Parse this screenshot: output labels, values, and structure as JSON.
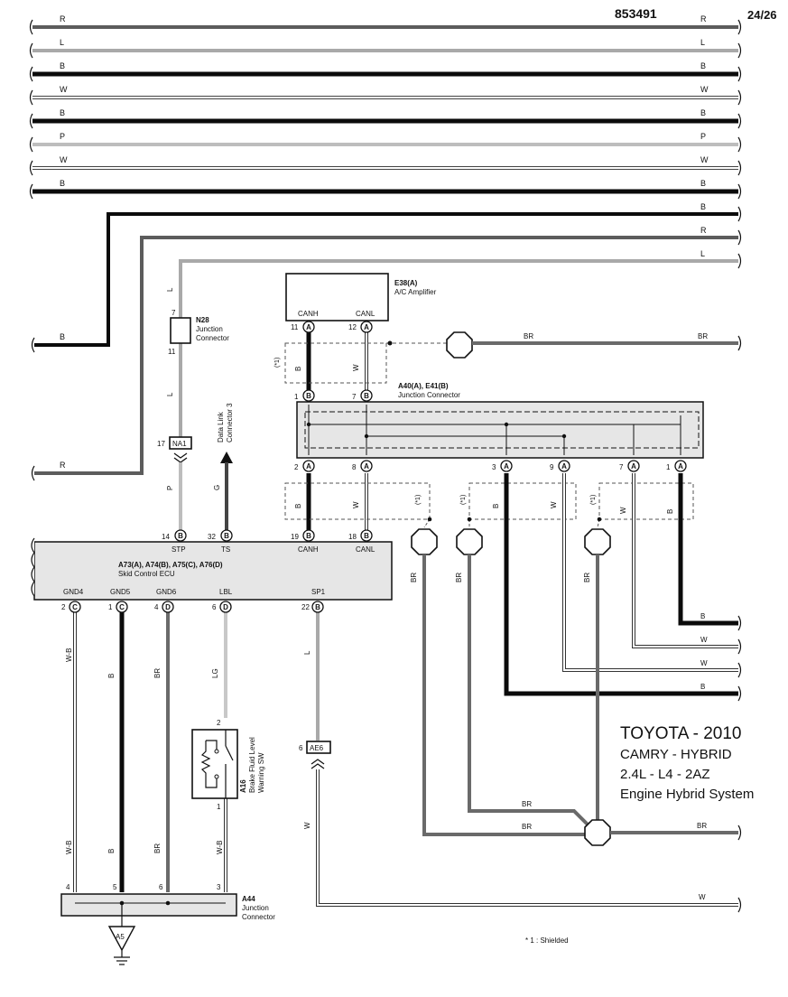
{
  "header": {
    "doc_number": "853491",
    "page": "24/26"
  },
  "wire_colors": {
    "R": "#5c5c5c",
    "L": "#a9a9a9",
    "B": "#0b0b0b",
    "W": "#ffffff",
    "P": "#bdbdbd",
    "BR": "#6a6a6a",
    "G": "#444444",
    "LG": "#c8c8c8",
    "WB": "#ffffff"
  },
  "bus_lines": [
    {
      "label": "R"
    },
    {
      "label": "L"
    },
    {
      "label": "B"
    },
    {
      "label": "W"
    },
    {
      "label": "B"
    },
    {
      "label": "P"
    },
    {
      "label": "W"
    },
    {
      "label": "B"
    }
  ],
  "feed_lines": [
    {
      "label": "B"
    },
    {
      "label": "R"
    },
    {
      "label": "L"
    }
  ],
  "left_labels": {
    "b": "B",
    "r": "R"
  },
  "components": {
    "e38": {
      "name": "E38(A)",
      "desc": "A/C Amplifier",
      "pin_canh": "CANH",
      "pin_canl": "CANL"
    },
    "n28": {
      "name": "N28",
      "desc1": "Junction",
      "desc2": "Connector"
    },
    "a40": {
      "name": "A40(A), E41(B)",
      "desc": "Junction Connector"
    },
    "ecu": {
      "name": "A73(A), A74(B), A75(C), A76(D)",
      "desc": "Skid Control ECU",
      "p_stp": "STP",
      "p_ts": "TS",
      "p_canh": "CANH",
      "p_canl": "CANL",
      "p_gnd4": "GND4",
      "p_gnd5": "GND5",
      "p_gnd6": "GND6",
      "p_lbl": "LBL",
      "p_sp1": "SP1"
    },
    "na1": {
      "name": "NA1"
    },
    "ae6": {
      "name": "AE6"
    },
    "dlc": {
      "line1": "Data Link",
      "line2": "Connector 3"
    },
    "a16": {
      "name": "A16",
      "desc1": "Brake Fluid Level",
      "desc2": "Warning SW"
    },
    "a44": {
      "name": "A44",
      "desc1": "Junction",
      "desc2": "Connector"
    },
    "a5": {
      "name": "A5"
    }
  },
  "pins": {
    "e38_11": "11",
    "e38_12": "12",
    "n28_7": "7",
    "n28_11": "11",
    "a40_1": "1",
    "a40_7": "7",
    "a40_2": "2",
    "a40_8": "8",
    "a40b_3": "3",
    "a40b_9": "9",
    "a40b_7": "7",
    "a40b_1": "1",
    "na1_17": "17",
    "ecu_14": "14",
    "ecu_32": "32",
    "ecu_19": "19",
    "ecu_18": "18",
    "ecu_2": "2",
    "ecu_1": "1",
    "ecu_4": "4",
    "ecu_6": "6",
    "ecu_22": "22",
    "ae6_6": "6",
    "a16_2": "2",
    "a16_1": "1",
    "a44_4": "4",
    "a44_5": "5",
    "a44_6": "6",
    "a44_3": "3"
  },
  "wire_labels": {
    "l1": "L",
    "l2": "L",
    "b1": "B",
    "w1": "W",
    "br_top": "BR",
    "br_top2": "BR",
    "b2": "B",
    "w2": "W",
    "b3": "B",
    "w3": "W",
    "w4": "W",
    "b4": "B",
    "p": "P",
    "g": "G",
    "br1": "BR",
    "br2": "BR",
    "br3": "BR",
    "wb1": "W-B",
    "b5": "B",
    "br4": "BR",
    "lg": "LG",
    "l3": "L",
    "wb2": "W-B",
    "b6": "B",
    "br5": "BR",
    "wb3": "W-B",
    "w5": "W",
    "r_b": "B",
    "r_w": "W",
    "r_w2": "W",
    "r_b2": "B",
    "br_bot1": "BR",
    "br_bot2": "BR",
    "br_bot3": "BR",
    "w_bot": "W"
  },
  "shield_marks": {
    "s1": "(*1)",
    "s2": "(*1)",
    "s3": "(*1)",
    "s4": "(*1)"
  },
  "pin_letters": {
    "a": "A",
    "b": "B",
    "c": "C",
    "d": "D"
  },
  "title_block": {
    "brand": "TOYOTA - 2010",
    "model": "CAMRY - HYBRID",
    "engine": "2.4L - L4 - 2AZ",
    "system": "Engine Hybrid System"
  },
  "footnote": "* 1 : Shielded"
}
